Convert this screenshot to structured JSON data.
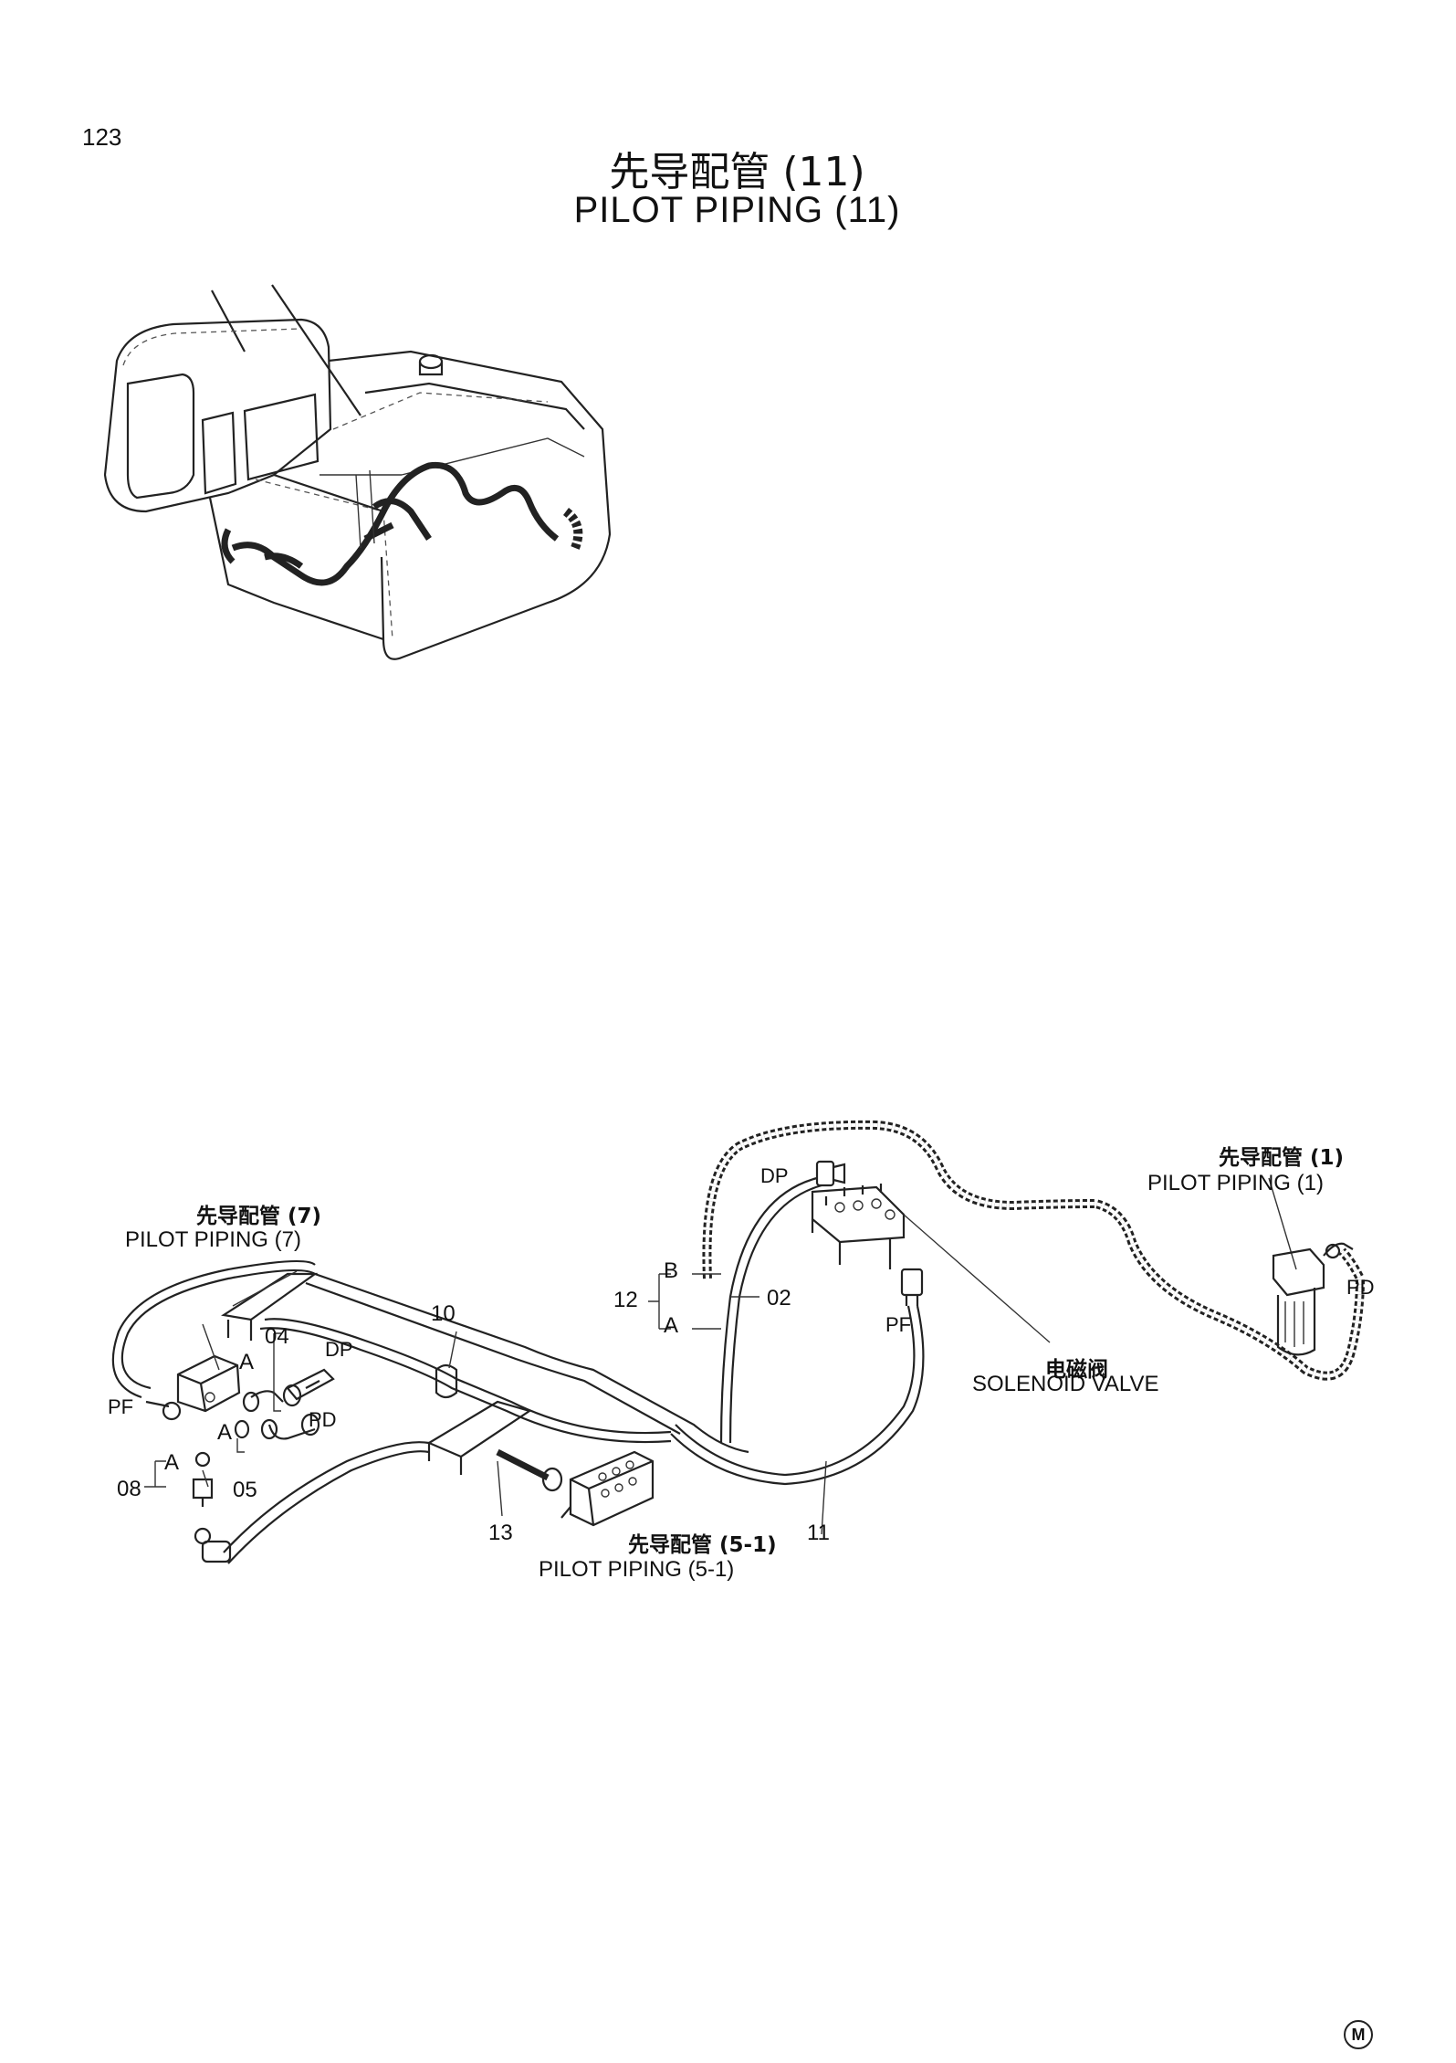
{
  "page": {
    "number": "123",
    "title_cn": "先导配管 (11)",
    "title_en": "PILOT PIPING (11)",
    "corner_mark": "M"
  },
  "labels": {
    "ref7_cn": "先导配管 (7)",
    "ref7_en": "PILOT PIPING (7)",
    "ref1_cn": "先导配管 (1)",
    "ref1_en": "PILOT PIPING (1)",
    "ref51_cn": "先导配管 (5-1)",
    "ref51_en": "PILOT PIPING (5-1)",
    "valve_cn": "电磁阀",
    "valve_en": "SOLENOID VALVE"
  },
  "part_numbers": [
    "02",
    "04",
    "05",
    "08",
    "10",
    "11",
    "12",
    "13"
  ],
  "port_marks": {
    "dp_top": "DP",
    "dp_left": "DP",
    "pd_right": "PD",
    "pd_left": "PD",
    "pf_mid": "PF",
    "pf_left": "PF",
    "a_mark": "A",
    "b_mark": "B"
  }
}
